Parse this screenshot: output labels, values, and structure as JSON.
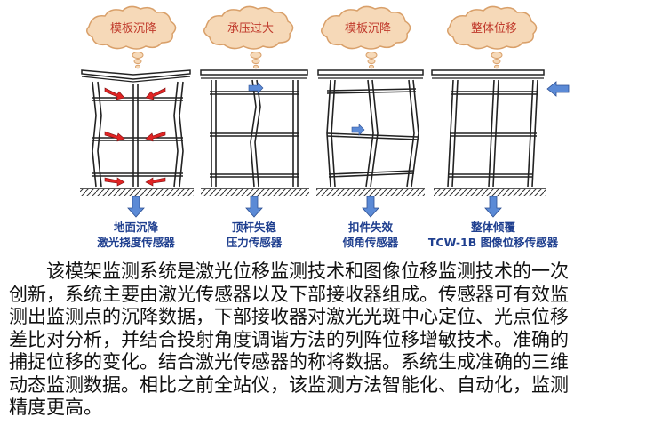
{
  "diagram": {
    "panels": [
      {
        "cloud_label": "模板沉降",
        "caption_line1": "地面沉降",
        "caption_line2": "激光挠度传感器"
      },
      {
        "cloud_label": "承压过大",
        "caption_line1": "顶杆失稳",
        "caption_line2": "压力传感器"
      },
      {
        "cloud_label": "模板沉降",
        "caption_line1": "扣件失效",
        "caption_line2": "倾角传感器"
      },
      {
        "cloud_label": "整体位移",
        "caption_line1": "整体倾覆",
        "caption_line2": "TCW-1B 图像位移传感器"
      }
    ],
    "colors": {
      "cloud_fill": "#f6d9b8",
      "cloud_stroke": "#d9a06a",
      "label_text": "#c0392b",
      "caption_text": "#1f3f8f",
      "blue_arrow": "#5b8ad6",
      "red_arrow": "#e02424",
      "frame_line": "#222222"
    }
  },
  "paragraph": {
    "lines": [
      "该模架监测系统是激光位移监测技术和图像位移监测技术的一次",
      "创新，系统主要由激光传感器以及下部接收器组成。传感器可有效监",
      "测出监测点的沉降数据，下部接收器对激光光斑中心定位、光点位移",
      "差比对分析，并结合投射角度调谐方法的列阵位移增敏技术。准确的",
      "捕捉位移的变化。结合激光传感器的称将数据。系统生成准确的三维",
      "动态监测数据。相比之前全站仪，该监测方法智能化、自动化，监测",
      "精度更高。"
    ]
  }
}
